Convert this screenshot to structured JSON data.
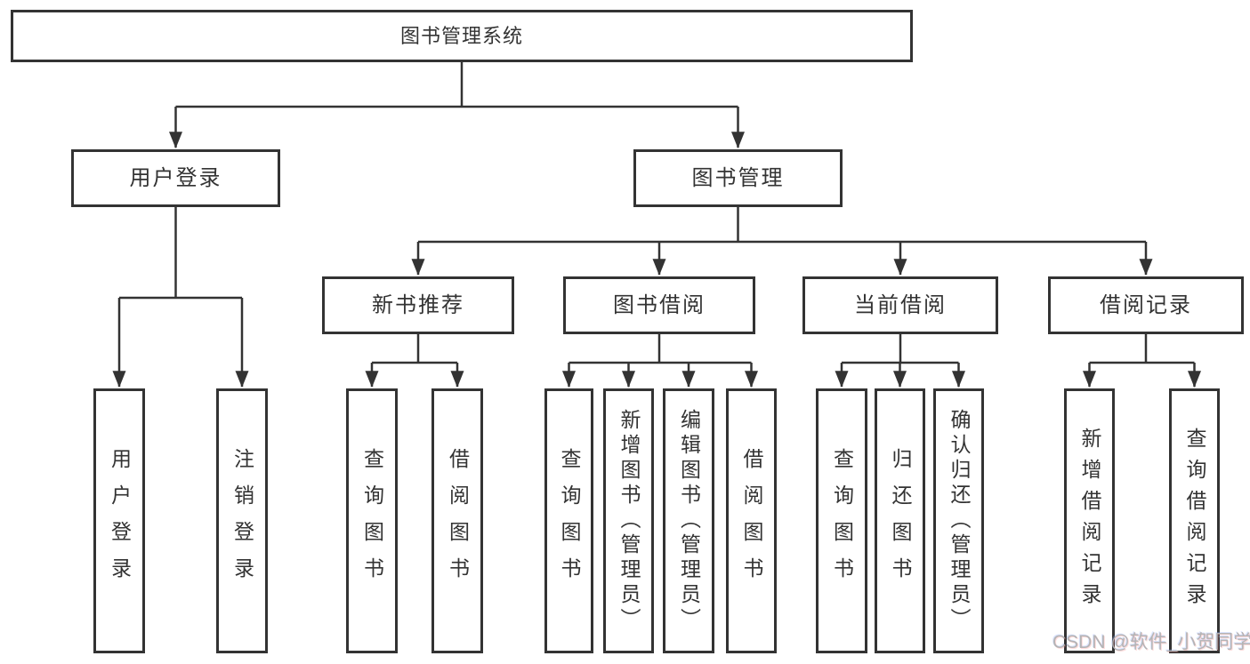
{
  "diagram": {
    "root": {
      "label": "图书管理系统"
    },
    "branches": [
      {
        "label": "用户登录",
        "children": [
          {
            "label": "用户登录"
          },
          {
            "label": "注销登录"
          }
        ]
      },
      {
        "label": "图书管理",
        "children": [
          {
            "label": "新书推荐",
            "children": [
              {
                "label": "查询图书"
              },
              {
                "label": "借阅图书"
              }
            ]
          },
          {
            "label": "图书借阅",
            "children": [
              {
                "label": "查询图书"
              },
              {
                "label": "新增图书（管理员）"
              },
              {
                "label": "编辑图书（管理员）"
              },
              {
                "label": "借阅图书"
              }
            ]
          },
          {
            "label": "当前借阅",
            "children": [
              {
                "label": "查询图书"
              },
              {
                "label": "归还图书"
              },
              {
                "label": "确认归还（管理员）"
              }
            ]
          },
          {
            "label": "借阅记录",
            "children": [
              {
                "label": "新增借阅记录"
              },
              {
                "label": "查询借阅记录"
              }
            ]
          }
        ]
      }
    ]
  },
  "watermark": {
    "text": "CSDN @软件_小贺同学"
  },
  "colors": {
    "line": "#333333",
    "text": "#333333",
    "watermark": "#b1b1b1"
  }
}
